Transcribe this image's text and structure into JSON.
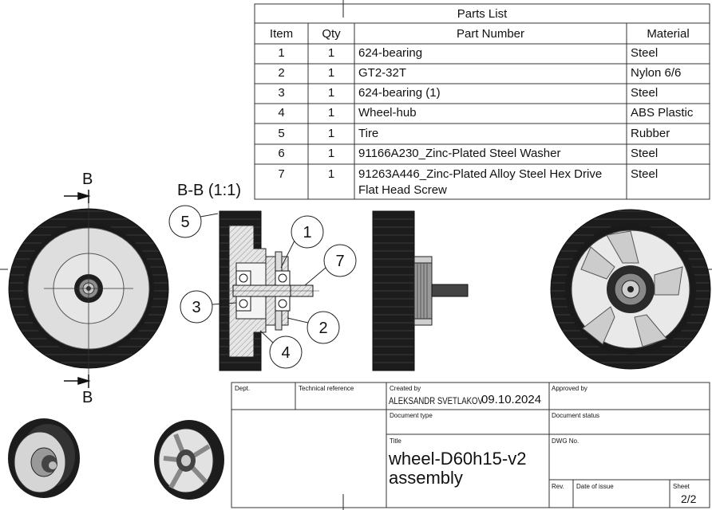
{
  "parts_list": {
    "title": "Parts List",
    "headers": [
      "Item",
      "Qty",
      "Part Number",
      "Material"
    ],
    "rows": [
      {
        "item": "1",
        "qty": "1",
        "part": "624-bearing",
        "part2": "",
        "material": "Steel"
      },
      {
        "item": "2",
        "qty": "1",
        "part": "GT2-32T",
        "part2": "",
        "material": "Nylon 6/6"
      },
      {
        "item": "3",
        "qty": "1",
        "part": "624-bearing (1)",
        "part2": "",
        "material": "Steel"
      },
      {
        "item": "4",
        "qty": "1",
        "part": "Wheel-hub",
        "part2": "",
        "material": "ABS Plastic"
      },
      {
        "item": "5",
        "qty": "1",
        "part": "Tire",
        "part2": "",
        "material": "Rubber"
      },
      {
        "item": "6",
        "qty": "1",
        "part": "91166A230_Zinc-Plated Steel Washer",
        "part2": "",
        "material": "Steel"
      },
      {
        "item": "7",
        "qty": "1",
        "part": "91263A446_Zinc-Plated Alloy Steel Hex Drive",
        "part2": "Flat Head Screw",
        "material": "Steel"
      }
    ]
  },
  "section": {
    "marker": "B",
    "label": "B-B (1:1)"
  },
  "balloons": [
    "1",
    "2",
    "3",
    "4",
    "5",
    "7"
  ],
  "title_block": {
    "dept_label": "Dept.",
    "tech_ref_label": "Technical reference",
    "created_by_label": "Created by",
    "created_by": "ALEKSANDR SVETLAKOV",
    "created_date": "09.10.2024",
    "approved_by_label": "Approved by",
    "doc_type_label": "Document type",
    "doc_status_label": "Document status",
    "title_label": "Title",
    "title_line1": "wheel-D60h15-v2",
    "title_line2": "assembly",
    "dwg_no_label": "DWG No.",
    "rev_label": "Rev.",
    "date_issue_label": "Date of issue",
    "sheet_label": "Sheet",
    "sheet": "2/2"
  },
  "colors": {
    "tire": "#1c1c1c",
    "hub": "#d7d7d7",
    "hub_light": "#e9e9e9",
    "metal": "#9a9a9a",
    "line": "#222222"
  }
}
